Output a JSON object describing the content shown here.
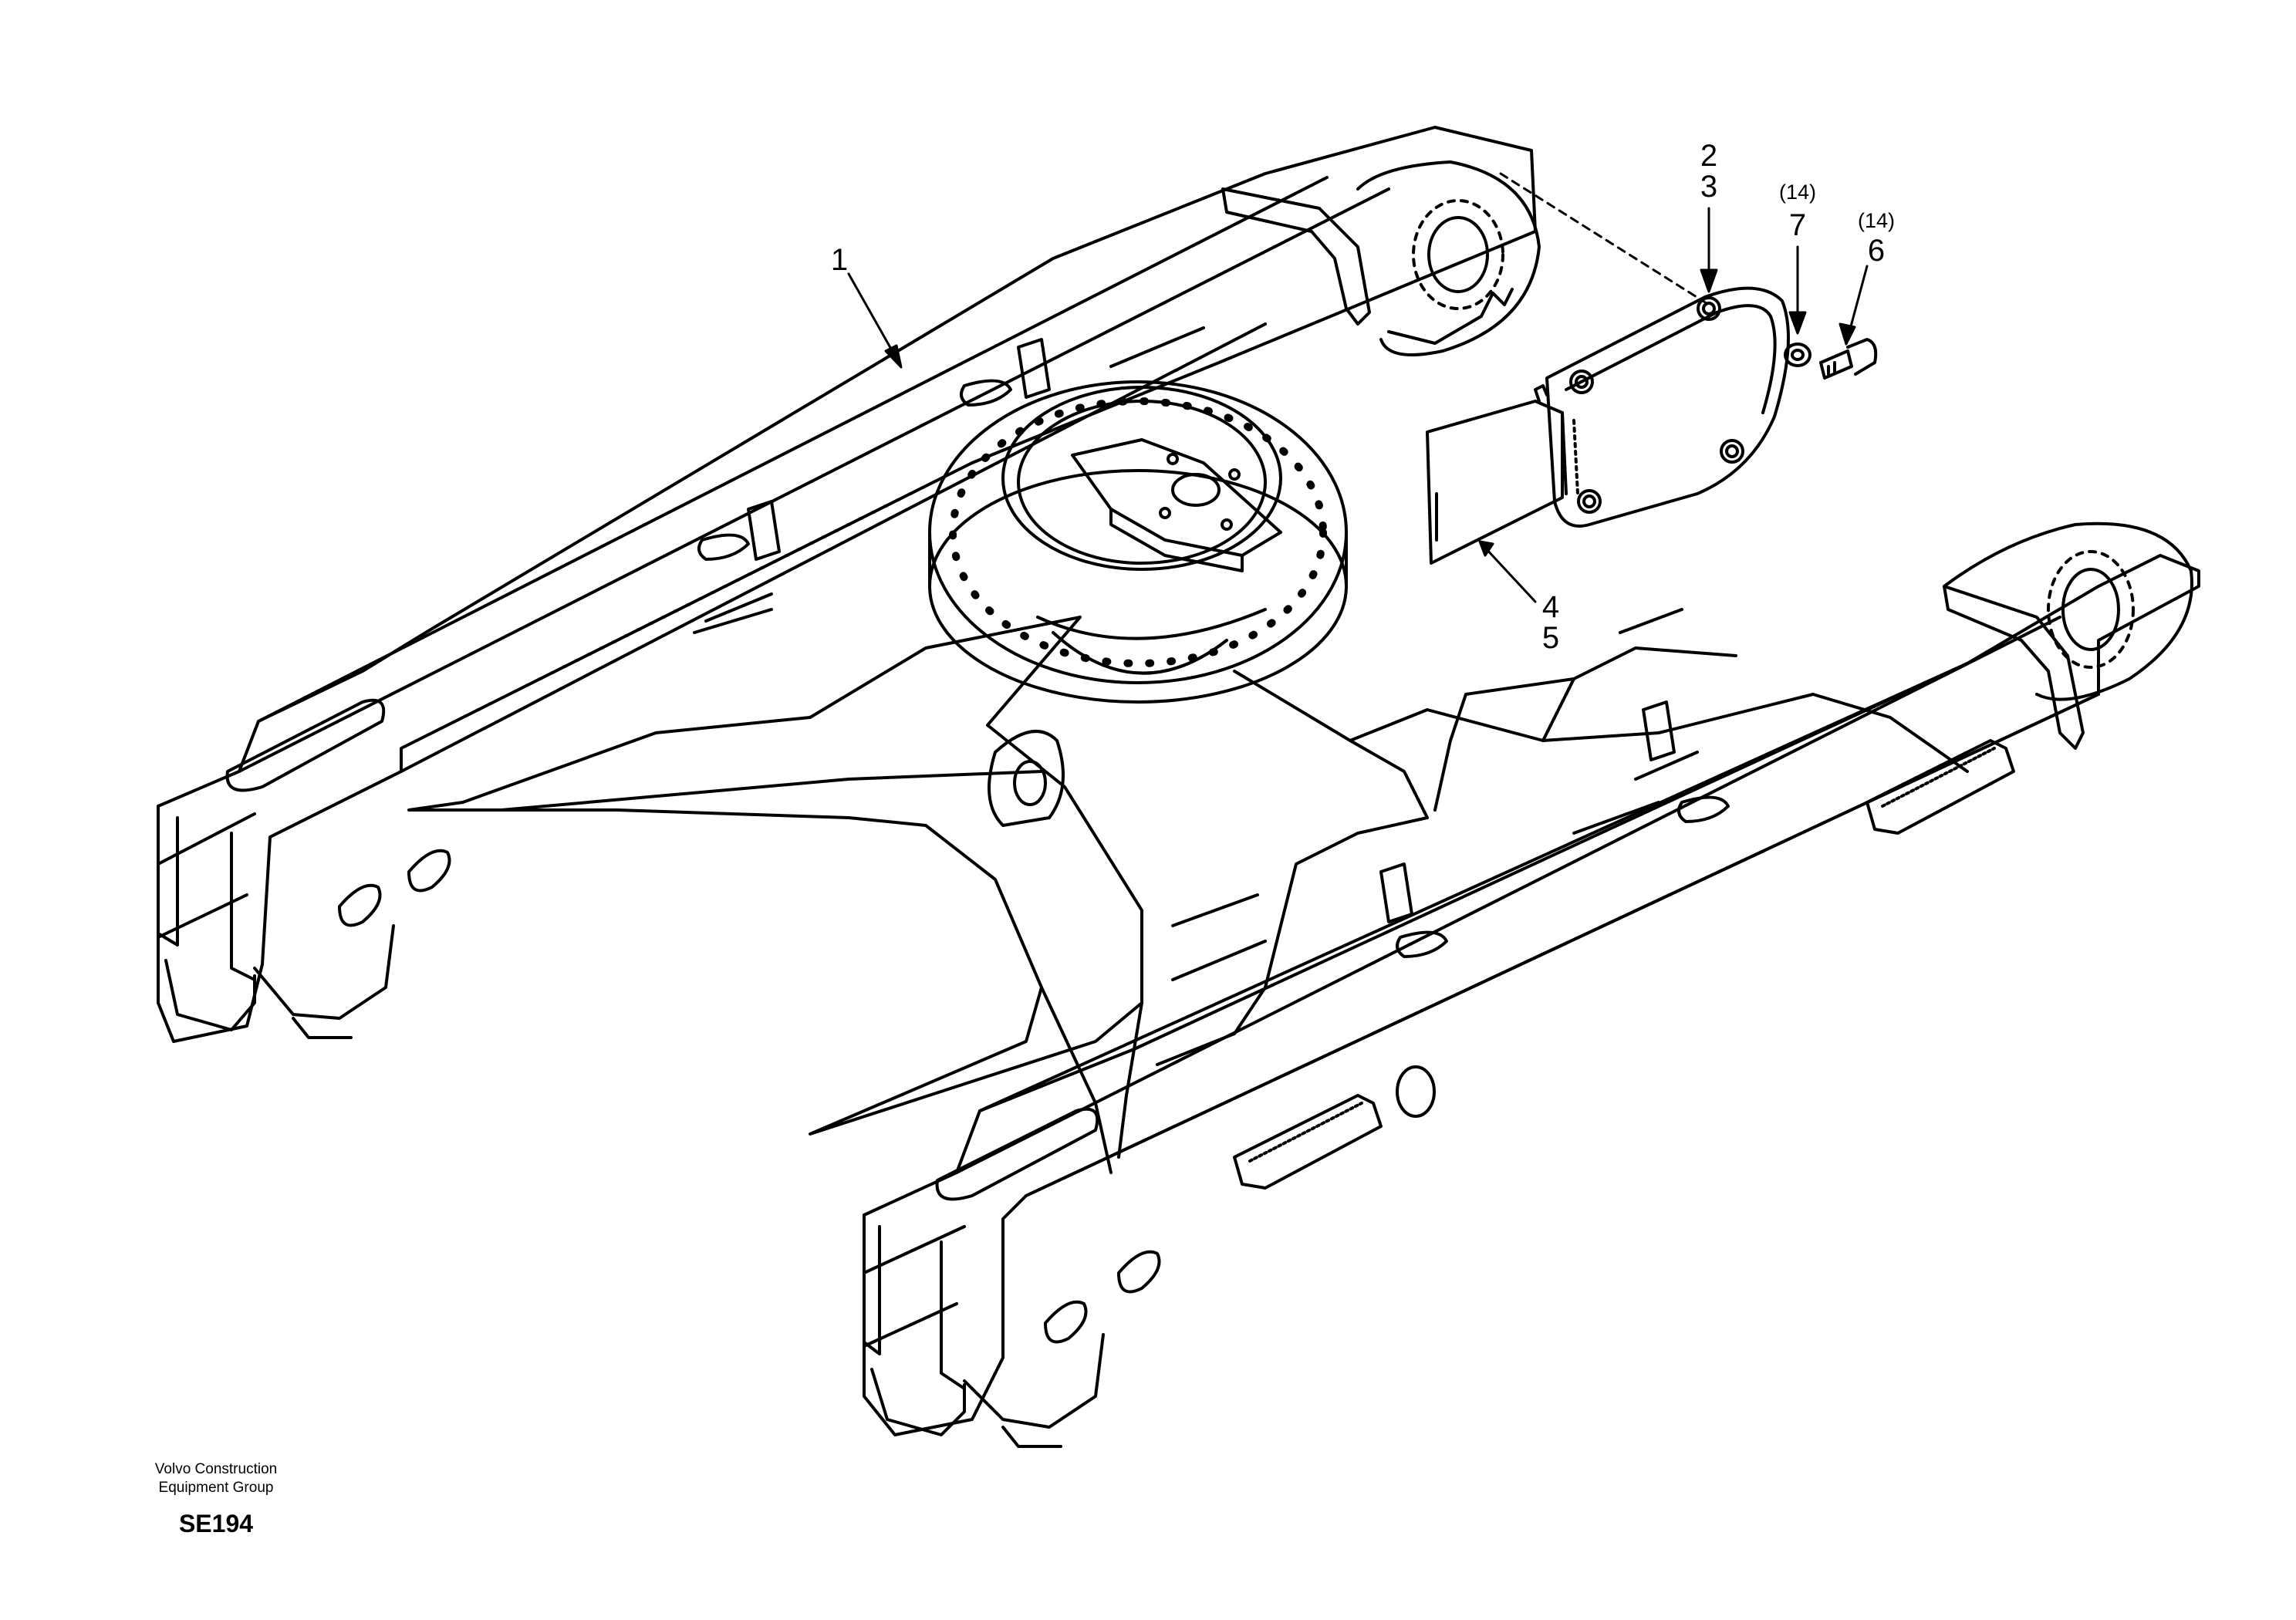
{
  "callouts": [
    {
      "id": "c1",
      "lines": [
        "1"
      ],
      "qty": ""
    },
    {
      "id": "c23",
      "lines": [
        "2",
        "3"
      ],
      "qty": ""
    },
    {
      "id": "c7",
      "lines": [
        "7"
      ],
      "qty": "(14)"
    },
    {
      "id": "c6",
      "lines": [
        "6"
      ],
      "qty": "(14)"
    },
    {
      "id": "c45",
      "lines": [
        "4",
        "5"
      ],
      "qty": ""
    }
  ],
  "caption": {
    "company_line1": "Volvo Construction",
    "company_line2": "Equipment Group",
    "drawing_code": "SE194"
  },
  "colors": {
    "ink": "#000000",
    "paper": "#ffffff"
  }
}
